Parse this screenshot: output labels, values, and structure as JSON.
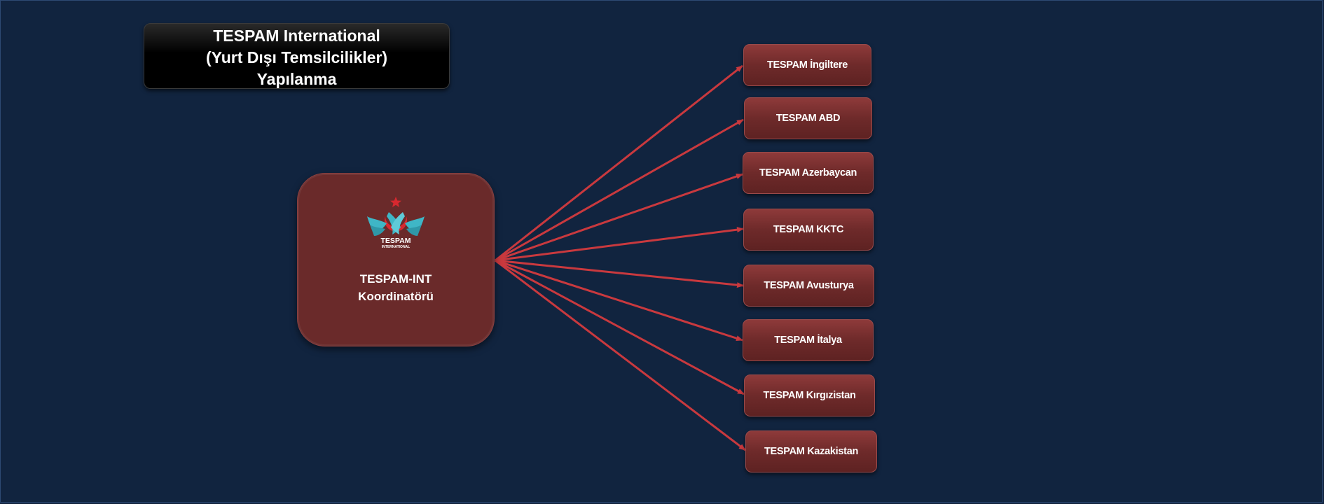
{
  "title": {
    "line1": "TESPAM International",
    "line2": "(Yurt Dışı Temsilcilikler)",
    "line3": "Yapılanma"
  },
  "coordinator": {
    "line1": "TESPAM-INT",
    "line2": "Koordinatörü",
    "logo_text": "TESPAM",
    "logo_subtext": "INTERNATIONAL"
  },
  "branches": [
    "TESPAM İngiltere",
    "TESPAM ABD",
    "TESPAM Azerbaycan",
    "TESPAM KKTC",
    "TESPAM Avusturya",
    "TESPAM İtalya",
    "TESPAM Kırgızistan",
    "TESPAM Kazakistan"
  ],
  "colors": {
    "background": "#11243f",
    "box": "#6a2a2a",
    "arrow": "#c9393e",
    "logo_teal": "#3fb6c6",
    "logo_red": "#d8282f"
  }
}
